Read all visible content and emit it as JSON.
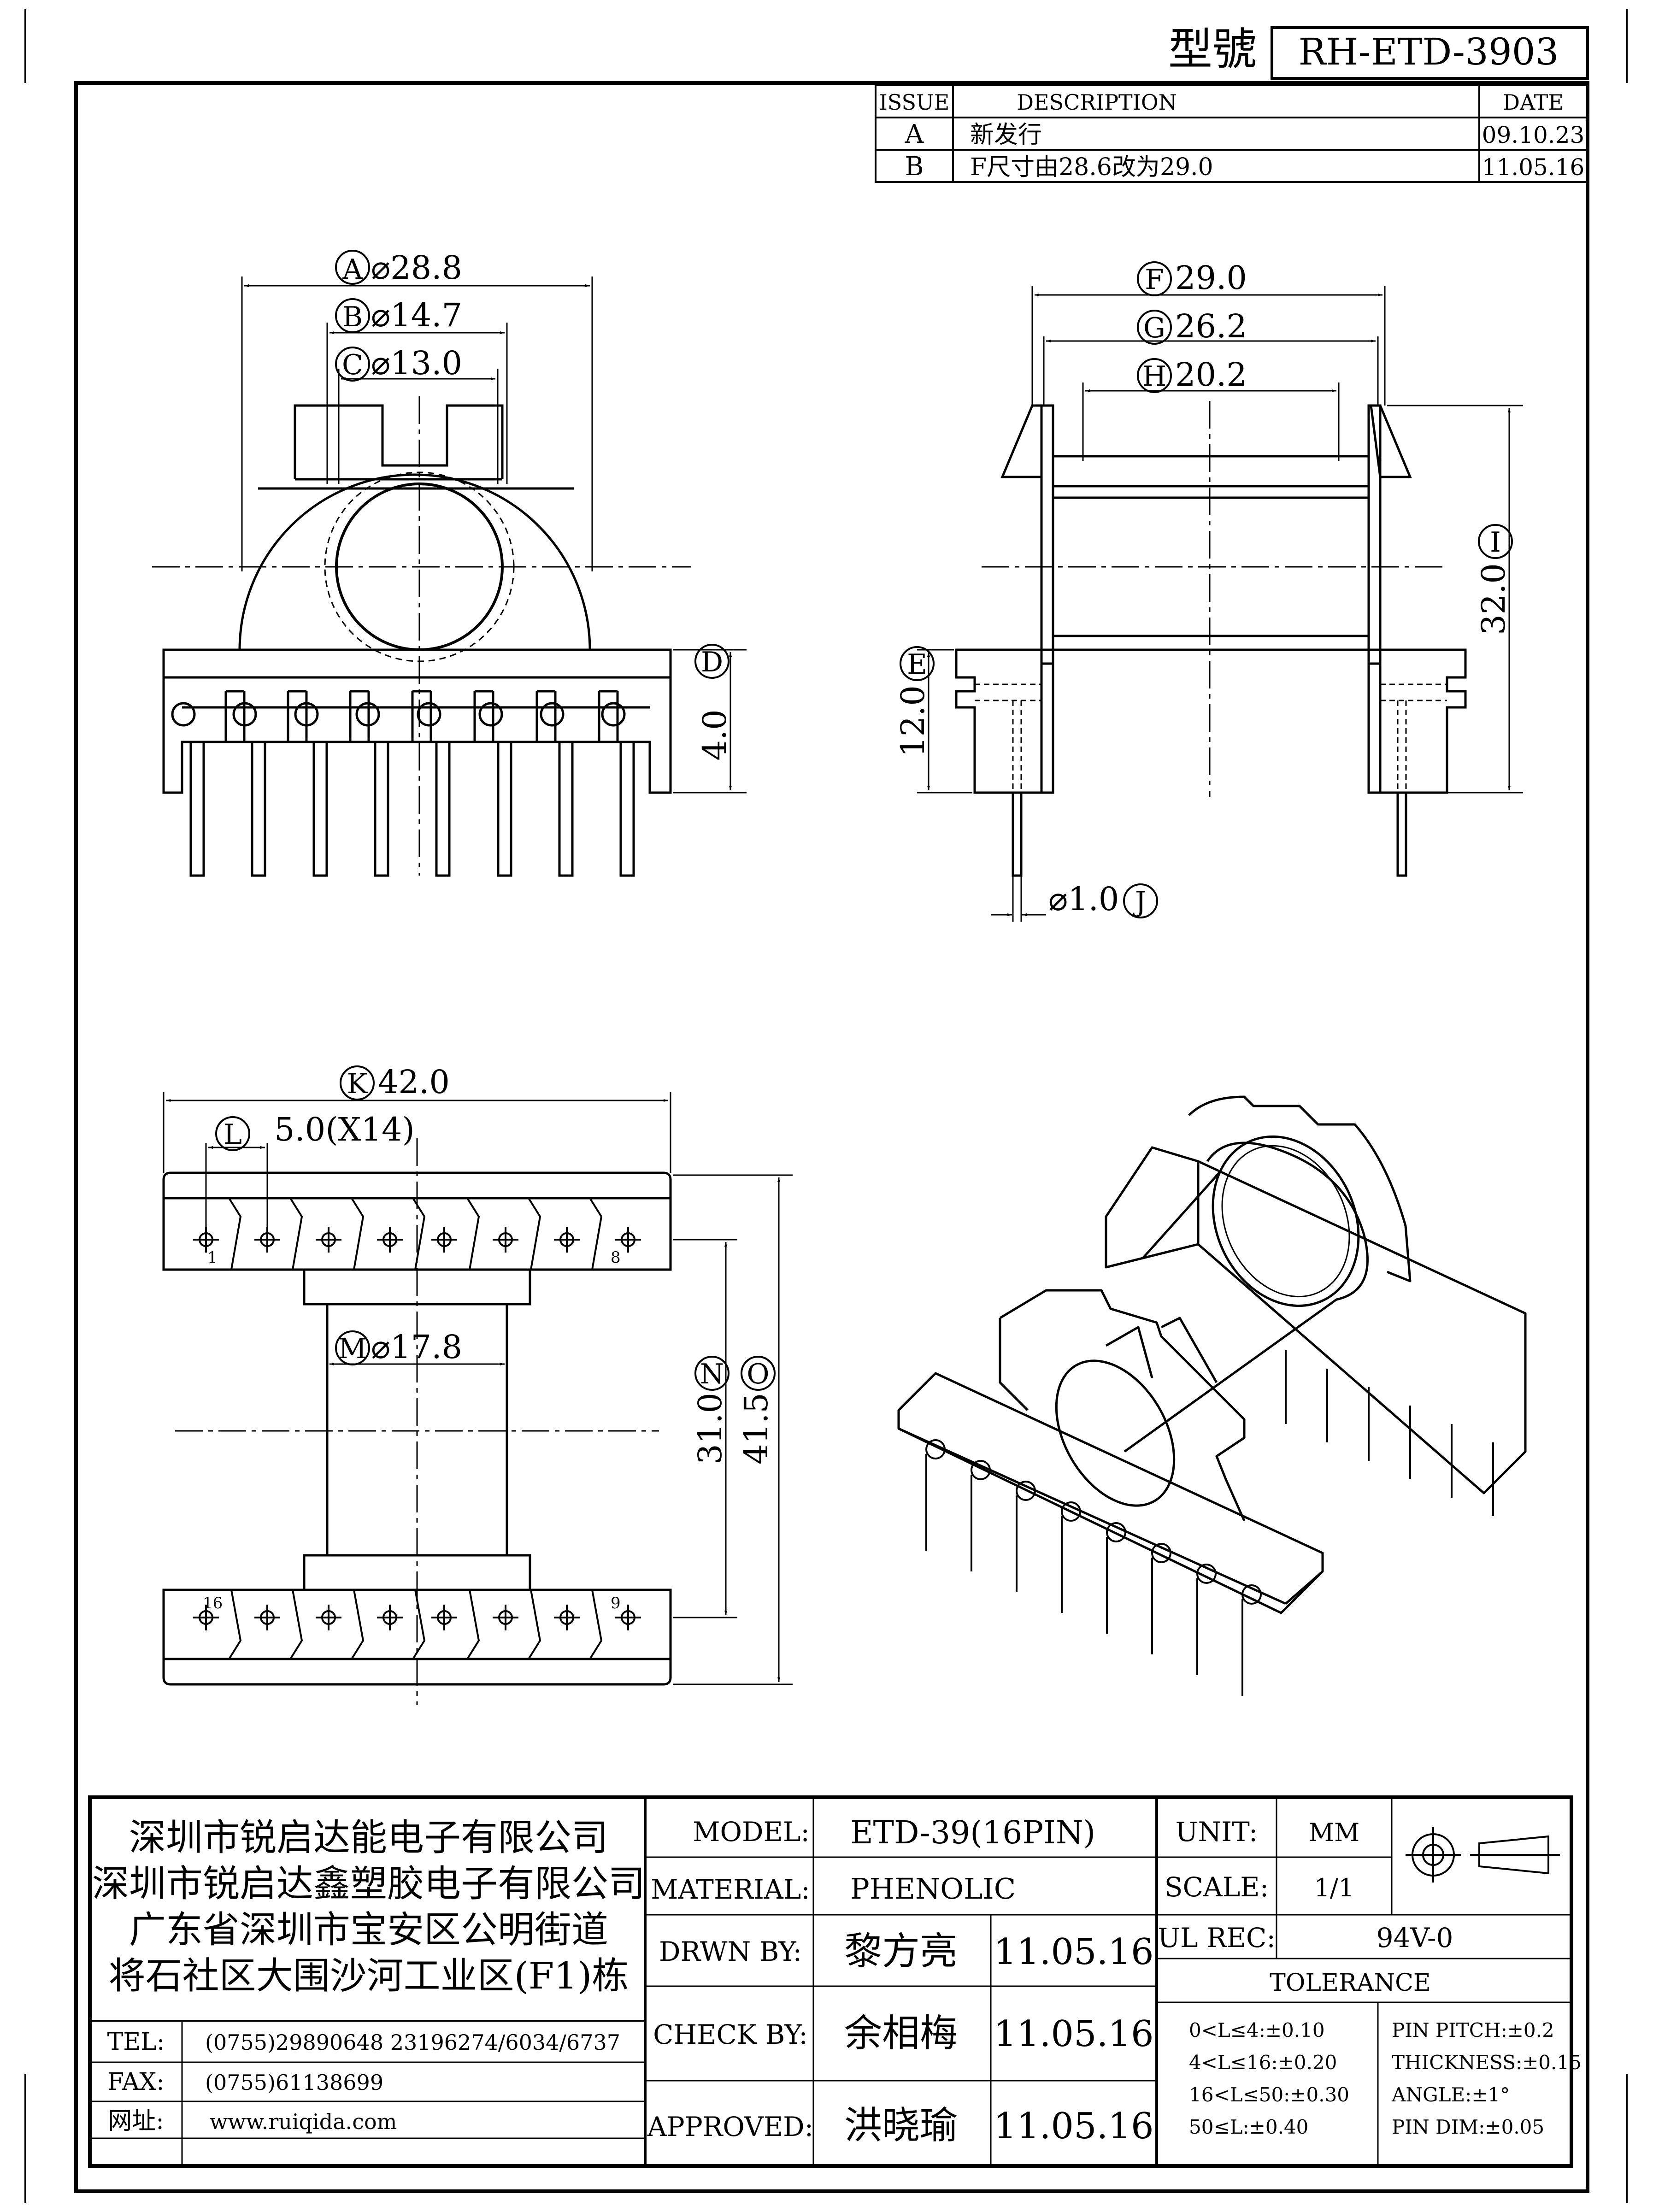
{
  "header": {
    "model_label": "型號",
    "model_number": "RH-ETD-3903"
  },
  "revision": {
    "headers": {
      "issue": "ISSUE",
      "description": "DESCRIPTION",
      "date": "DATE"
    },
    "rows": [
      {
        "issue": "A",
        "description": "新发行",
        "date": "09.10.23"
      },
      {
        "issue": "B",
        "description": "F尺寸由28.6改为29.0",
        "date": "11.05.16"
      }
    ]
  },
  "dims": {
    "A": "⌀28.8",
    "B": "⌀14.7",
    "C": "⌀13.0",
    "D": "4.0",
    "F": "29.0",
    "G": "26.2",
    "H": "20.2",
    "I": "32.0",
    "E": "12.0",
    "J": "⌀1.0",
    "K": "42.0",
    "L": "5.0(X14)",
    "M": "⌀17.8",
    "N": "31.0",
    "O": "41.5"
  },
  "letters": {
    "A": "A",
    "B": "B",
    "C": "C",
    "D": "D",
    "E": "E",
    "F": "F",
    "G": "G",
    "H": "H",
    "I": "I",
    "J": "J",
    "K": "K",
    "L": "L",
    "M": "M",
    "N": "N",
    "O": "O"
  },
  "pins": {
    "p1": "1",
    "p8": "8",
    "p9": "9",
    "p16": "16"
  },
  "title_block": {
    "company": [
      "深圳市锐启达能电子有限公司",
      "深圳市锐启达鑫塑胶电子有限公司",
      "广东省深圳市宝安区公明街道",
      "将石社区大围沙河工业区(F1)栋"
    ],
    "tel_label": "TEL:",
    "tel": "(0755)29890648  23196274/6034/6737",
    "fax_label": "FAX:",
    "fax": "(0755)61138699",
    "web_label": "网址:",
    "web": "www.ruiqida.com",
    "model_label": "MODEL:",
    "model": "ETD-39(16PIN)",
    "material_label": "MATERIAL:",
    "material": "PHENOLIC",
    "drawn_label": "DRWN BY:",
    "drawn_by": "黎方亮",
    "drawn_date": "11.05.16",
    "check_label": "CHECK BY:",
    "checked_by": "余相梅",
    "check_date": "11.05.16",
    "approved_label": "APPROVED:",
    "approved_by": "洪晓瑜",
    "approved_date": "11.05.16",
    "unit_label": "UNIT:",
    "unit": "MM",
    "scale_label": "SCALE:",
    "scale": "1/1",
    "ul_label": "UL REC:",
    "ul": "94V-0",
    "tolerance_label": "TOLERANCE",
    "tol_left": [
      "0<L≤4:±0.10",
      "4<L≤16:±0.20",
      "16<L≤50:±0.30",
      "50≤L:±0.40"
    ],
    "tol_right": [
      "PIN PITCH:±0.2",
      "THICKNESS:±0.15",
      "ANGLE:±1°",
      "PIN DIM:±0.05"
    ]
  }
}
